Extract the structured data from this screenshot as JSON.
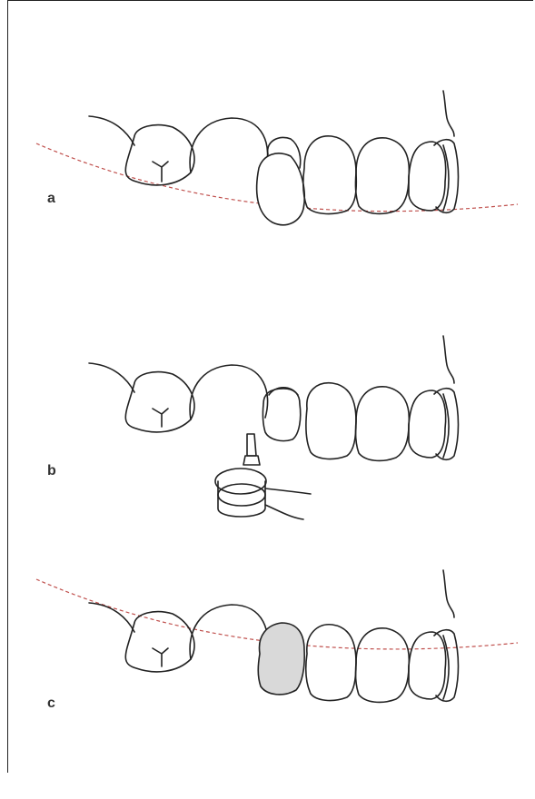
{
  "figure": {
    "panels": [
      {
        "label": "a",
        "variant": "extruded-tooth"
      },
      {
        "label": "b",
        "variant": "grinding"
      },
      {
        "label": "c",
        "variant": "restored-tooth"
      }
    ],
    "colors": {
      "line": "#222222",
      "occlusal_plane": "#c0504d",
      "restoration_fill": "#d9d9d9"
    },
    "icons": [
      "molar-shape",
      "premolar-shape",
      "grinding-bur-icon"
    ]
  }
}
